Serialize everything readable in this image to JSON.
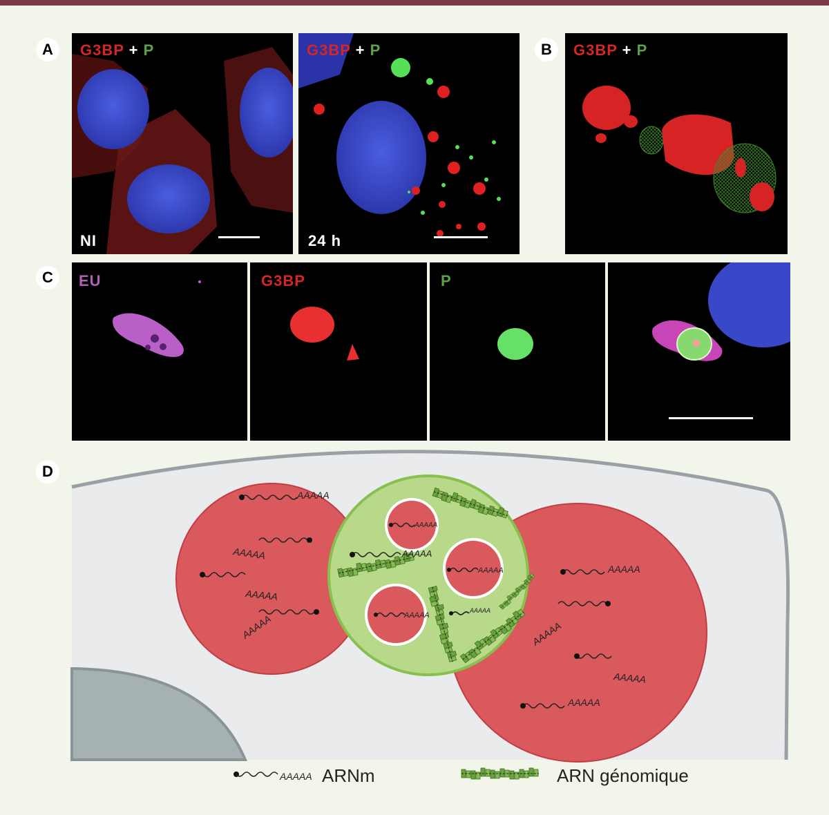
{
  "colors": {
    "stress_granule_red": "#d9595d",
    "viral_factory_green": "#b9d98a",
    "nucleus_blue": "#3848c8",
    "header_bar": "#7d3b48"
  },
  "panel_labels": {
    "A": "A",
    "B": "B",
    "C": "C",
    "D": "D"
  },
  "panel_A": {
    "left": {
      "red": "G3BP",
      "plus": "+",
      "green": "P",
      "condition": "NI"
    },
    "right": {
      "red": "G3BP",
      "plus": "+",
      "green": "P",
      "condition": "24 h"
    }
  },
  "panel_B": {
    "red": "G3BP",
    "plus": "+",
    "green": "P"
  },
  "panel_C": {
    "eu": "EU",
    "g3bp": "G3BP",
    "p": "P"
  },
  "panel_D": {
    "polyA": "AAAAA",
    "legend": {
      "mrna": "ARNm",
      "genomic": "ARN génomique"
    }
  }
}
